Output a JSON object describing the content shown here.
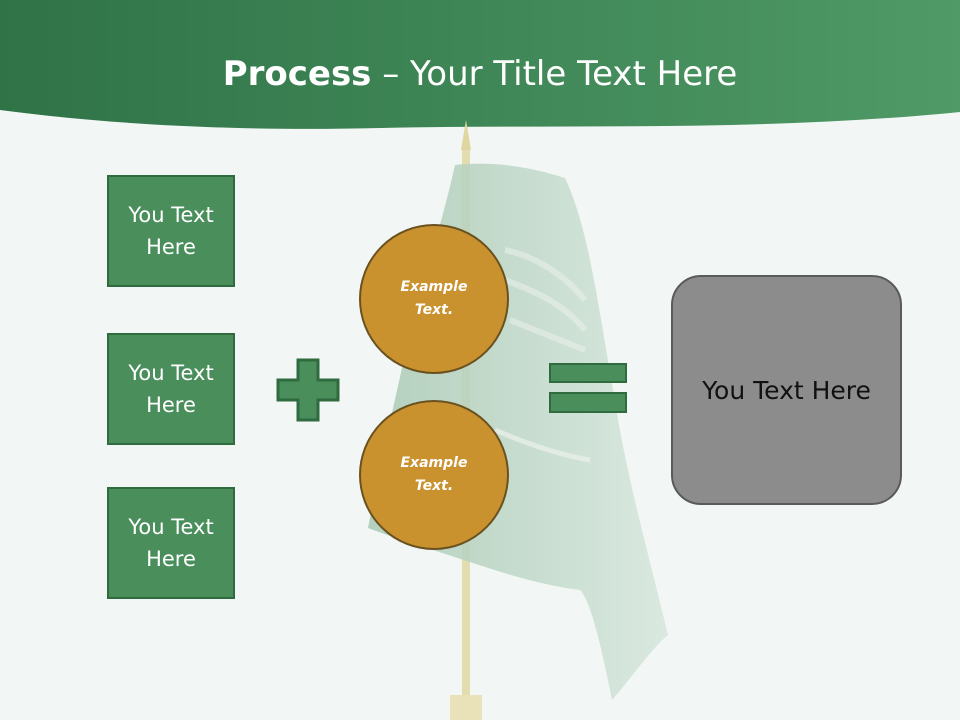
{
  "header": {
    "title_bold": "Process",
    "title_rest": " – Your Title Text Here"
  },
  "inputs": [
    {
      "label": "You Text Here"
    },
    {
      "label": "You Text Here"
    },
    {
      "label": "You Text Here"
    }
  ],
  "circles": [
    {
      "label": "Example Text."
    },
    {
      "label": "Example Text."
    }
  ],
  "result": {
    "label": "You Text Here"
  },
  "icons": {
    "plus": "plus-icon",
    "equals": "equals-icon"
  },
  "colors": {
    "header_green": "#3f8a58",
    "box_green": "#4a8e5c",
    "circle_gold": "#c9922f",
    "result_gray": "#8c8c8c"
  }
}
